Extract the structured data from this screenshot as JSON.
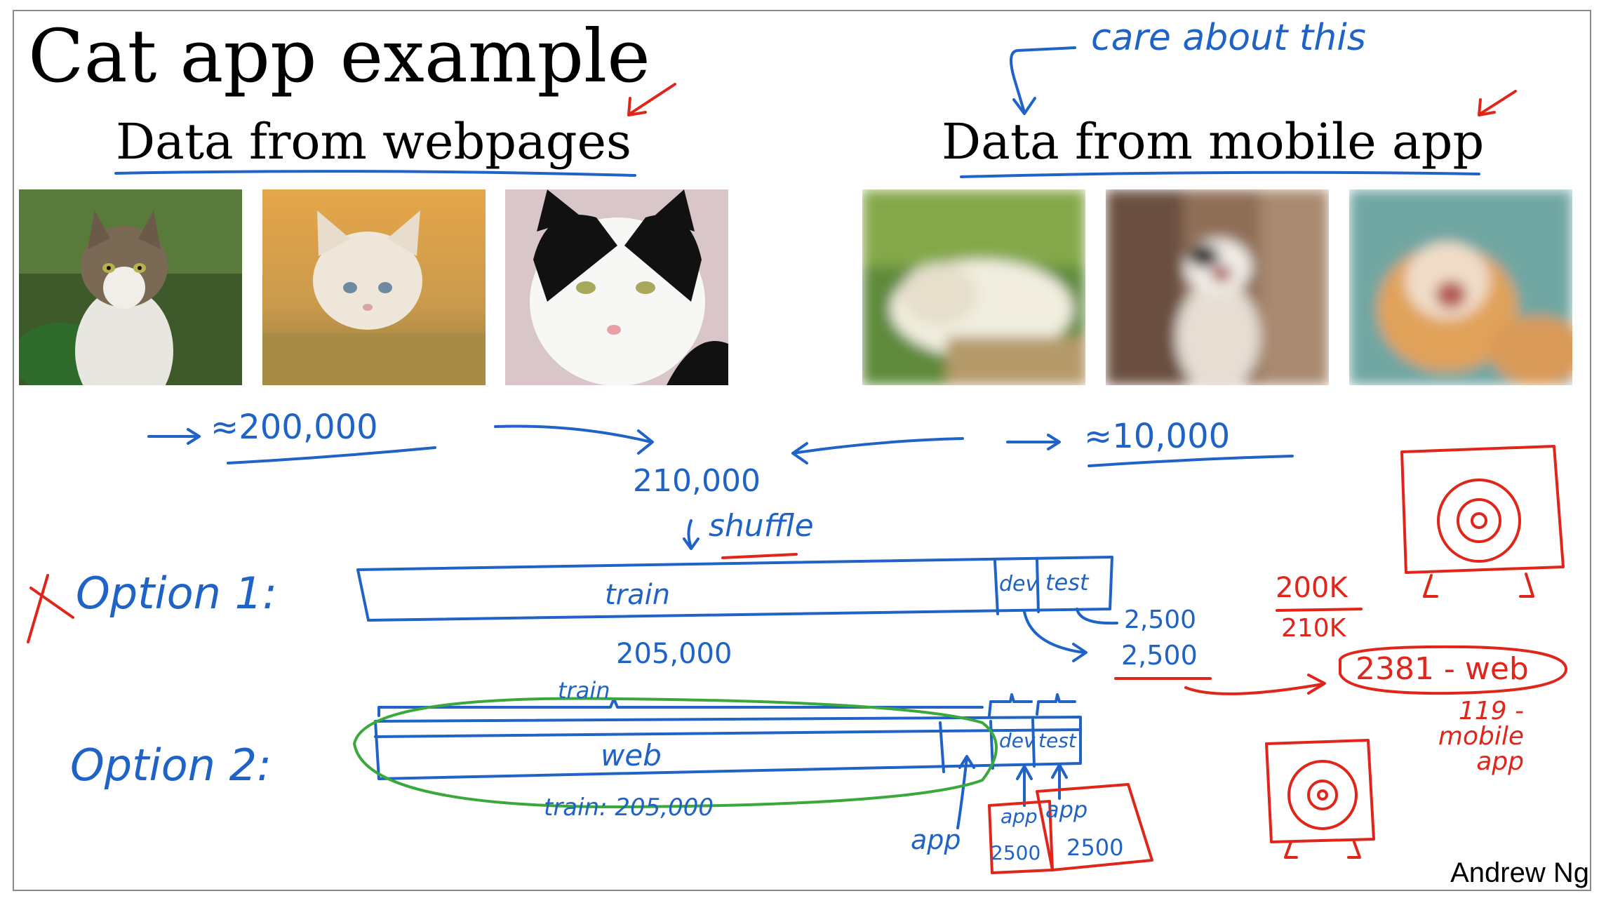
{
  "slide": {
    "title": "Cat app example",
    "headings": {
      "web": "Data from webpages",
      "mobile": "Data from mobile app"
    },
    "credit": "Andrew Ng"
  },
  "annotations": {
    "care_about_this": "care about this",
    "web_count": "≈200,000",
    "mobile_count": "≈10,000",
    "total": "210,000",
    "shuffle": "shuffle",
    "option1": {
      "label": "Option 1:",
      "train": "train",
      "dev": "dev",
      "test": "test",
      "train_size": "205,000",
      "dev_size": "2,500",
      "test_size": "2,500"
    },
    "option2": {
      "label": "Option 2:",
      "train_top": "train",
      "web": "web",
      "dev": "dev",
      "test": "test",
      "train_size": "train: 205,000",
      "app_label": "app",
      "dev_box_app": "app",
      "dev_box_size": "2500",
      "test_box_app": "app",
      "test_box_size": "2500"
    },
    "ratio_top": "200K",
    "ratio_bottom": "210K",
    "web_split": "2381 - web",
    "mobile_split": "119 - mobile app"
  },
  "colors": {
    "ink_blue": "#1f63c6",
    "ink_red": "#e0261b",
    "ink_green": "#3aa83a"
  }
}
